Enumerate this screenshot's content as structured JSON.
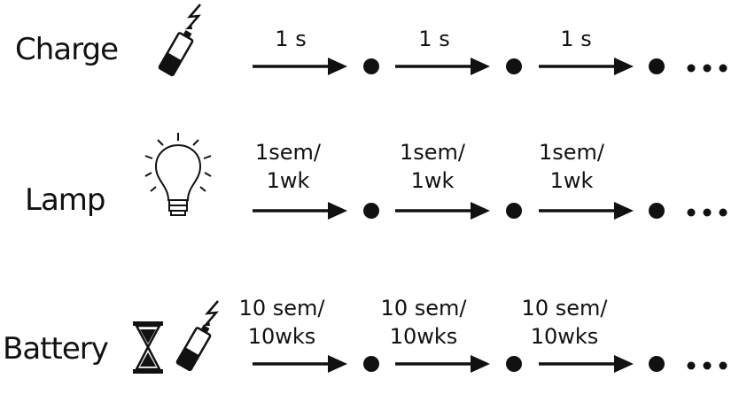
{
  "colors": {
    "ink": "#111111",
    "background": "#ffffff"
  },
  "rows": [
    {
      "label": "Charge",
      "icon": "charging-battery-icon",
      "steps": [
        [
          "1 s"
        ],
        [
          "1 s"
        ],
        [
          "1 s"
        ]
      ],
      "continuation": "•••"
    },
    {
      "label": "Lamp",
      "icon": "light-bulb-icon",
      "steps": [
        [
          "1sem/",
          "1wk"
        ],
        [
          "1sem/",
          "1wk"
        ],
        [
          "1sem/",
          "1wk"
        ]
      ],
      "continuation": "•••"
    },
    {
      "label": "Battery",
      "icon": "hourglass-and-charging-battery-icon",
      "steps": [
        [
          "10 sem/",
          "10wks"
        ],
        [
          "10 sem/",
          "10wks"
        ],
        [
          "10 sem/",
          "10wks"
        ]
      ],
      "continuation": "•••"
    }
  ]
}
